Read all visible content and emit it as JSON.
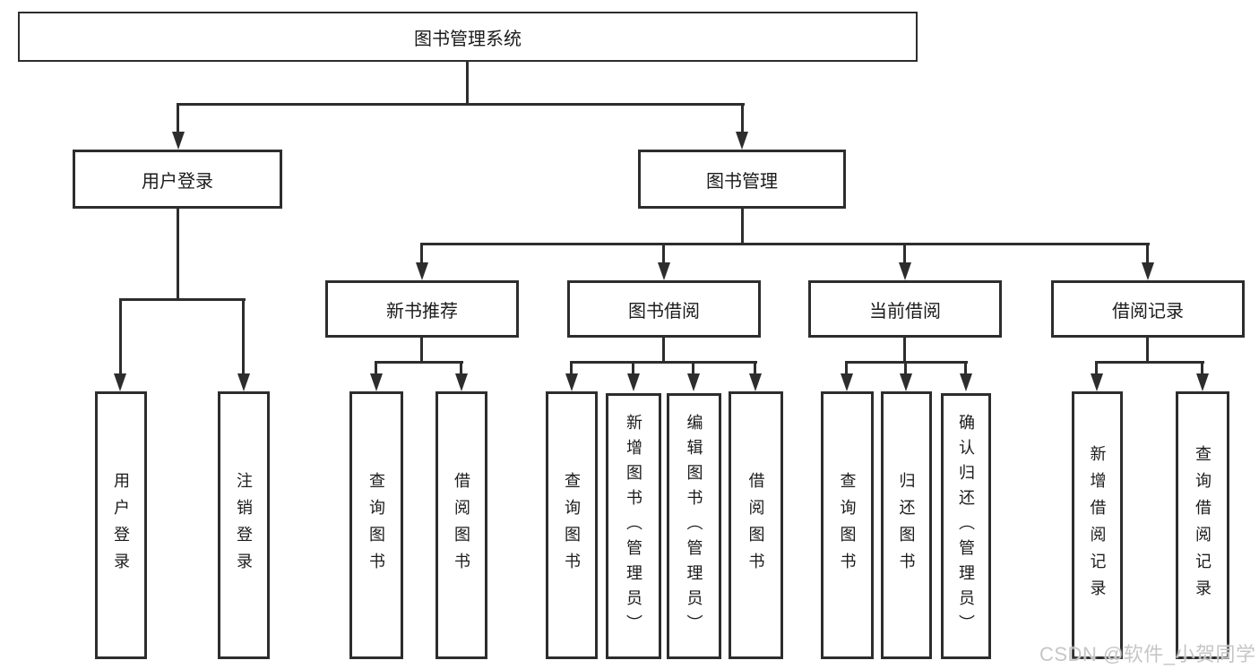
{
  "diagram": {
    "title": "图书管理系统",
    "nodes": {
      "user_login": "用户登录",
      "book_mgmt": "图书管理",
      "new_book": "新书推荐",
      "book_borrow": "图书借阅",
      "current_borrow": "当前借阅",
      "borrow_record": "借阅记录"
    },
    "leaves": {
      "login": "用户登录",
      "logout": "注销登录",
      "nb_query": "查询图书",
      "nb_borrow": "借阅图书",
      "bb_query": "查询图书",
      "bb_add": "新增图书（管理员）",
      "bb_edit": "编辑图书（管理员）",
      "bb_borrow": "借阅图书",
      "cb_query": "查询图书",
      "cb_return": "归还图书",
      "cb_confirm": "确认归还（管理员）",
      "br_add": "新增借阅记录",
      "br_query": "查询借阅记录"
    },
    "watermark": "CSDN @软件_小贺同学",
    "colors": {
      "line": "#2d2d2d",
      "text": "#1b1b1b",
      "watermark": "#c6c6c6",
      "background": "#ffffff"
    }
  }
}
